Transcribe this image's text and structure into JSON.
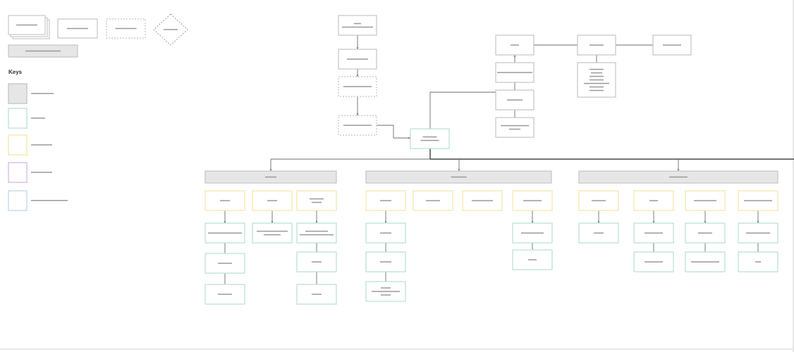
{
  "diagram": {
    "title": "",
    "keys_heading": "Keys",
    "colors": {
      "default_stroke": "#c4c4c4",
      "section_fill": "#e6e6e6",
      "yellow": "#f5e6a8",
      "teal": "#b8e0d6",
      "purple": "#d7b6e6",
      "blue": "#bcd6ee",
      "text_bar": "#9a9a9a",
      "connector": "#6d6d6d",
      "main_connector": "#222222"
    },
    "legend_shapes": [
      {
        "name": "stacked-document",
        "style": "stacked"
      },
      {
        "name": "process",
        "style": "solid"
      },
      {
        "name": "external",
        "style": "dashed"
      },
      {
        "name": "decision",
        "style": "diamond"
      },
      {
        "name": "section-header",
        "style": "filled"
      }
    ],
    "keys": [
      {
        "name": "key-grey",
        "color": "#e6e6e6",
        "border": "#c4c4c4"
      },
      {
        "name": "key-teal",
        "color": "#ffffff",
        "border": "#b8e0d6"
      },
      {
        "name": "key-yellow",
        "color": "#ffffff",
        "border": "#f5e6a8"
      },
      {
        "name": "key-purple",
        "color": "#ffffff",
        "border": "#d7b6e6"
      },
      {
        "name": "key-blue",
        "color": "#ffffff",
        "border": "#bcd6ee"
      }
    ]
  }
}
